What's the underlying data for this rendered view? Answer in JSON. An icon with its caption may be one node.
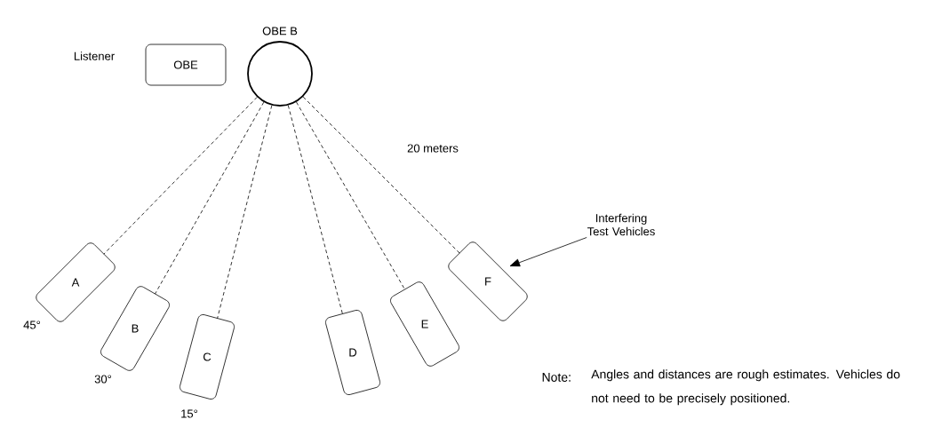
{
  "diagram": {
    "nodes": [
      {
        "text": [
          "OBE"
        ],
        "beside": [
          "Listener"
        ]
      },
      {
        "text": [
          "OBE B"
        ]
      },
      {
        "text": [
          "A"
        ],
        "beside": [
          "45°"
        ]
      },
      {
        "text": [
          "B"
        ],
        "beside": [
          "30°"
        ]
      },
      {
        "text": [
          "C"
        ],
        "beside": [
          "15°"
        ]
      },
      {
        "text": [
          "D"
        ]
      },
      {
        "text": [
          "E"
        ]
      },
      {
        "text": [
          "F"
        ]
      },
      {
        "text": [
          "Interfering Test Vehicles"
        ]
      }
    ],
    "edges": [
      {
        "from": 1,
        "to": 2,
        "arrow": "none",
        "style": "dashed"
      },
      {
        "from": 1,
        "to": 3,
        "arrow": "none",
        "style": "dashed"
      },
      {
        "from": 1,
        "to": 4,
        "arrow": "none",
        "style": "dashed"
      },
      {
        "from": 1,
        "to": 5,
        "arrow": "none",
        "style": "dashed"
      },
      {
        "from": 1,
        "to": 6,
        "arrow": "none",
        "style": "dashed"
      },
      {
        "from": 1,
        "to": 7,
        "arrow": "none",
        "style": "dashed"
      },
      {
        "from": 8,
        "to": 7,
        "arrow": "to"
      }
    ],
    "labels": [
      "20 meters",
      "Note:",
      "Angles and distances are rough estimates. Vehicles do not need to be precisely positioned."
    ]
  }
}
